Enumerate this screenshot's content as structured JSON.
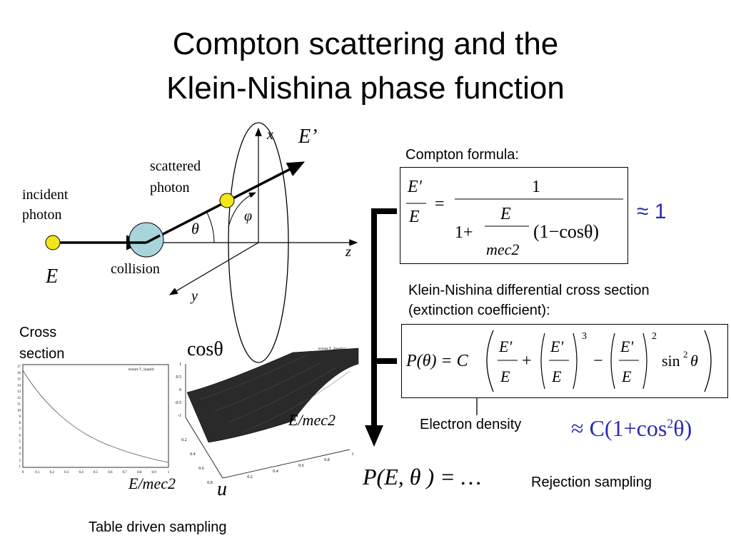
{
  "slide": {
    "title_line1": "Compton scattering and the",
    "title_line2": "Klein-Nishina phase function"
  },
  "diagram": {
    "incident_label_1": "incident",
    "incident_label_2": "photon",
    "scattered_label_1": "scattered",
    "scattered_label_2": "photon",
    "energy_in": "E",
    "energy_out": "E’",
    "collision_label": "collision",
    "theta": "θ",
    "phi": "φ",
    "axis_x": "x",
    "axis_y": "y",
    "axis_z": "z"
  },
  "formulas": {
    "compton_heading": "Compton formula:",
    "compton_lhs_num": "E'",
    "compton_lhs_den": "E",
    "compton_eq": "=",
    "compton_one": "1",
    "compton_den_prefix": "1+",
    "compton_inner_num": "E",
    "compton_inner_den": "mec2",
    "compton_paren": "(1−cosθ)",
    "approx_one": "≈ 1",
    "kn_heading_1": "Klein-Nishina differential cross section",
    "kn_heading_2": "(extinction coefficient):",
    "kn_lhs": "P(θ) = C",
    "kn_frac_num": "E'",
    "kn_frac_den": "E",
    "kn_plus": "+",
    "kn_minus": "−",
    "kn_exp3": "3",
    "kn_exp2": "2",
    "kn_sin": "sin",
    "kn_sin_exp": "2",
    "kn_theta": "θ",
    "electron_density": "Electron density",
    "approx_c": "≈ C(1+cos",
    "approx_c_exp": "2",
    "approx_c_tail": "θ)",
    "p_result": "P(E, θ ) = …",
    "rejection_sampling": "Rejection sampling"
  },
  "plots": {
    "cross_section_1": "Cross",
    "cross_section_2": "section",
    "left_plot_title": "texture T_1(eps0)",
    "left_xlabel": "E/mec2",
    "left_xticks": [
      "0",
      "0.1",
      "0.2",
      "0.3",
      "0.4",
      "0.5",
      "0.6",
      "0.7",
      "0.8",
      "0.9",
      "1"
    ],
    "left_yticks": [
      "17",
      "16",
      "15",
      "14",
      "13",
      "12",
      "11",
      "10",
      "9",
      "8",
      "7",
      "6",
      "5",
      "4",
      "3",
      "2",
      "1"
    ],
    "right_plot_title": "texture T_2(eps0,r)",
    "cos_theta": "cosθ",
    "right_zticks": [
      "1",
      "0.5",
      "0",
      "-0.5",
      "-1"
    ],
    "right_uticks": [
      "0.2",
      "0.4",
      "0.6",
      "0.8"
    ],
    "right_eticks": [
      "0.2",
      "0.4",
      "0.6",
      "0.8",
      "1"
    ],
    "right_e_label": "E/mec2",
    "right_u_label": "u",
    "table_driven": "Table driven sampling"
  }
}
